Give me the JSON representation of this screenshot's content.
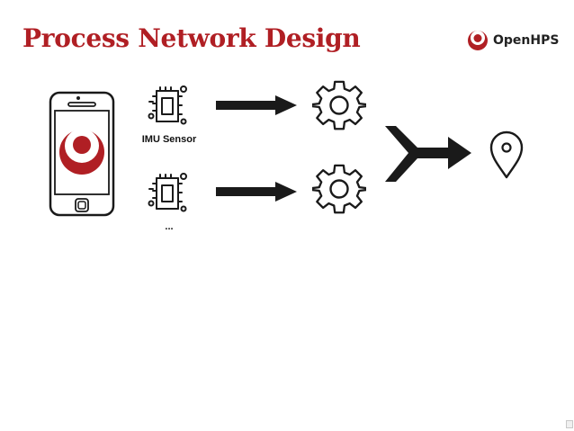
{
  "slide": {
    "title": "Process Network Design",
    "brand": {
      "name": "OpenHPS",
      "logo_icon": "openhps-logo-icon",
      "accent_color": "#b01f24"
    },
    "sensors": [
      {
        "icon": "chip-icon",
        "label": "IMU Sensor"
      },
      {
        "icon": "chip-icon",
        "label": "..."
      }
    ],
    "processing_nodes": [
      {
        "icon": "gear-icon"
      },
      {
        "icon": "gear-icon"
      }
    ],
    "merge_icon": "merge-arrow-icon",
    "output_icon": "location-pin-icon",
    "source_device_icon": "smartphone-icon"
  }
}
